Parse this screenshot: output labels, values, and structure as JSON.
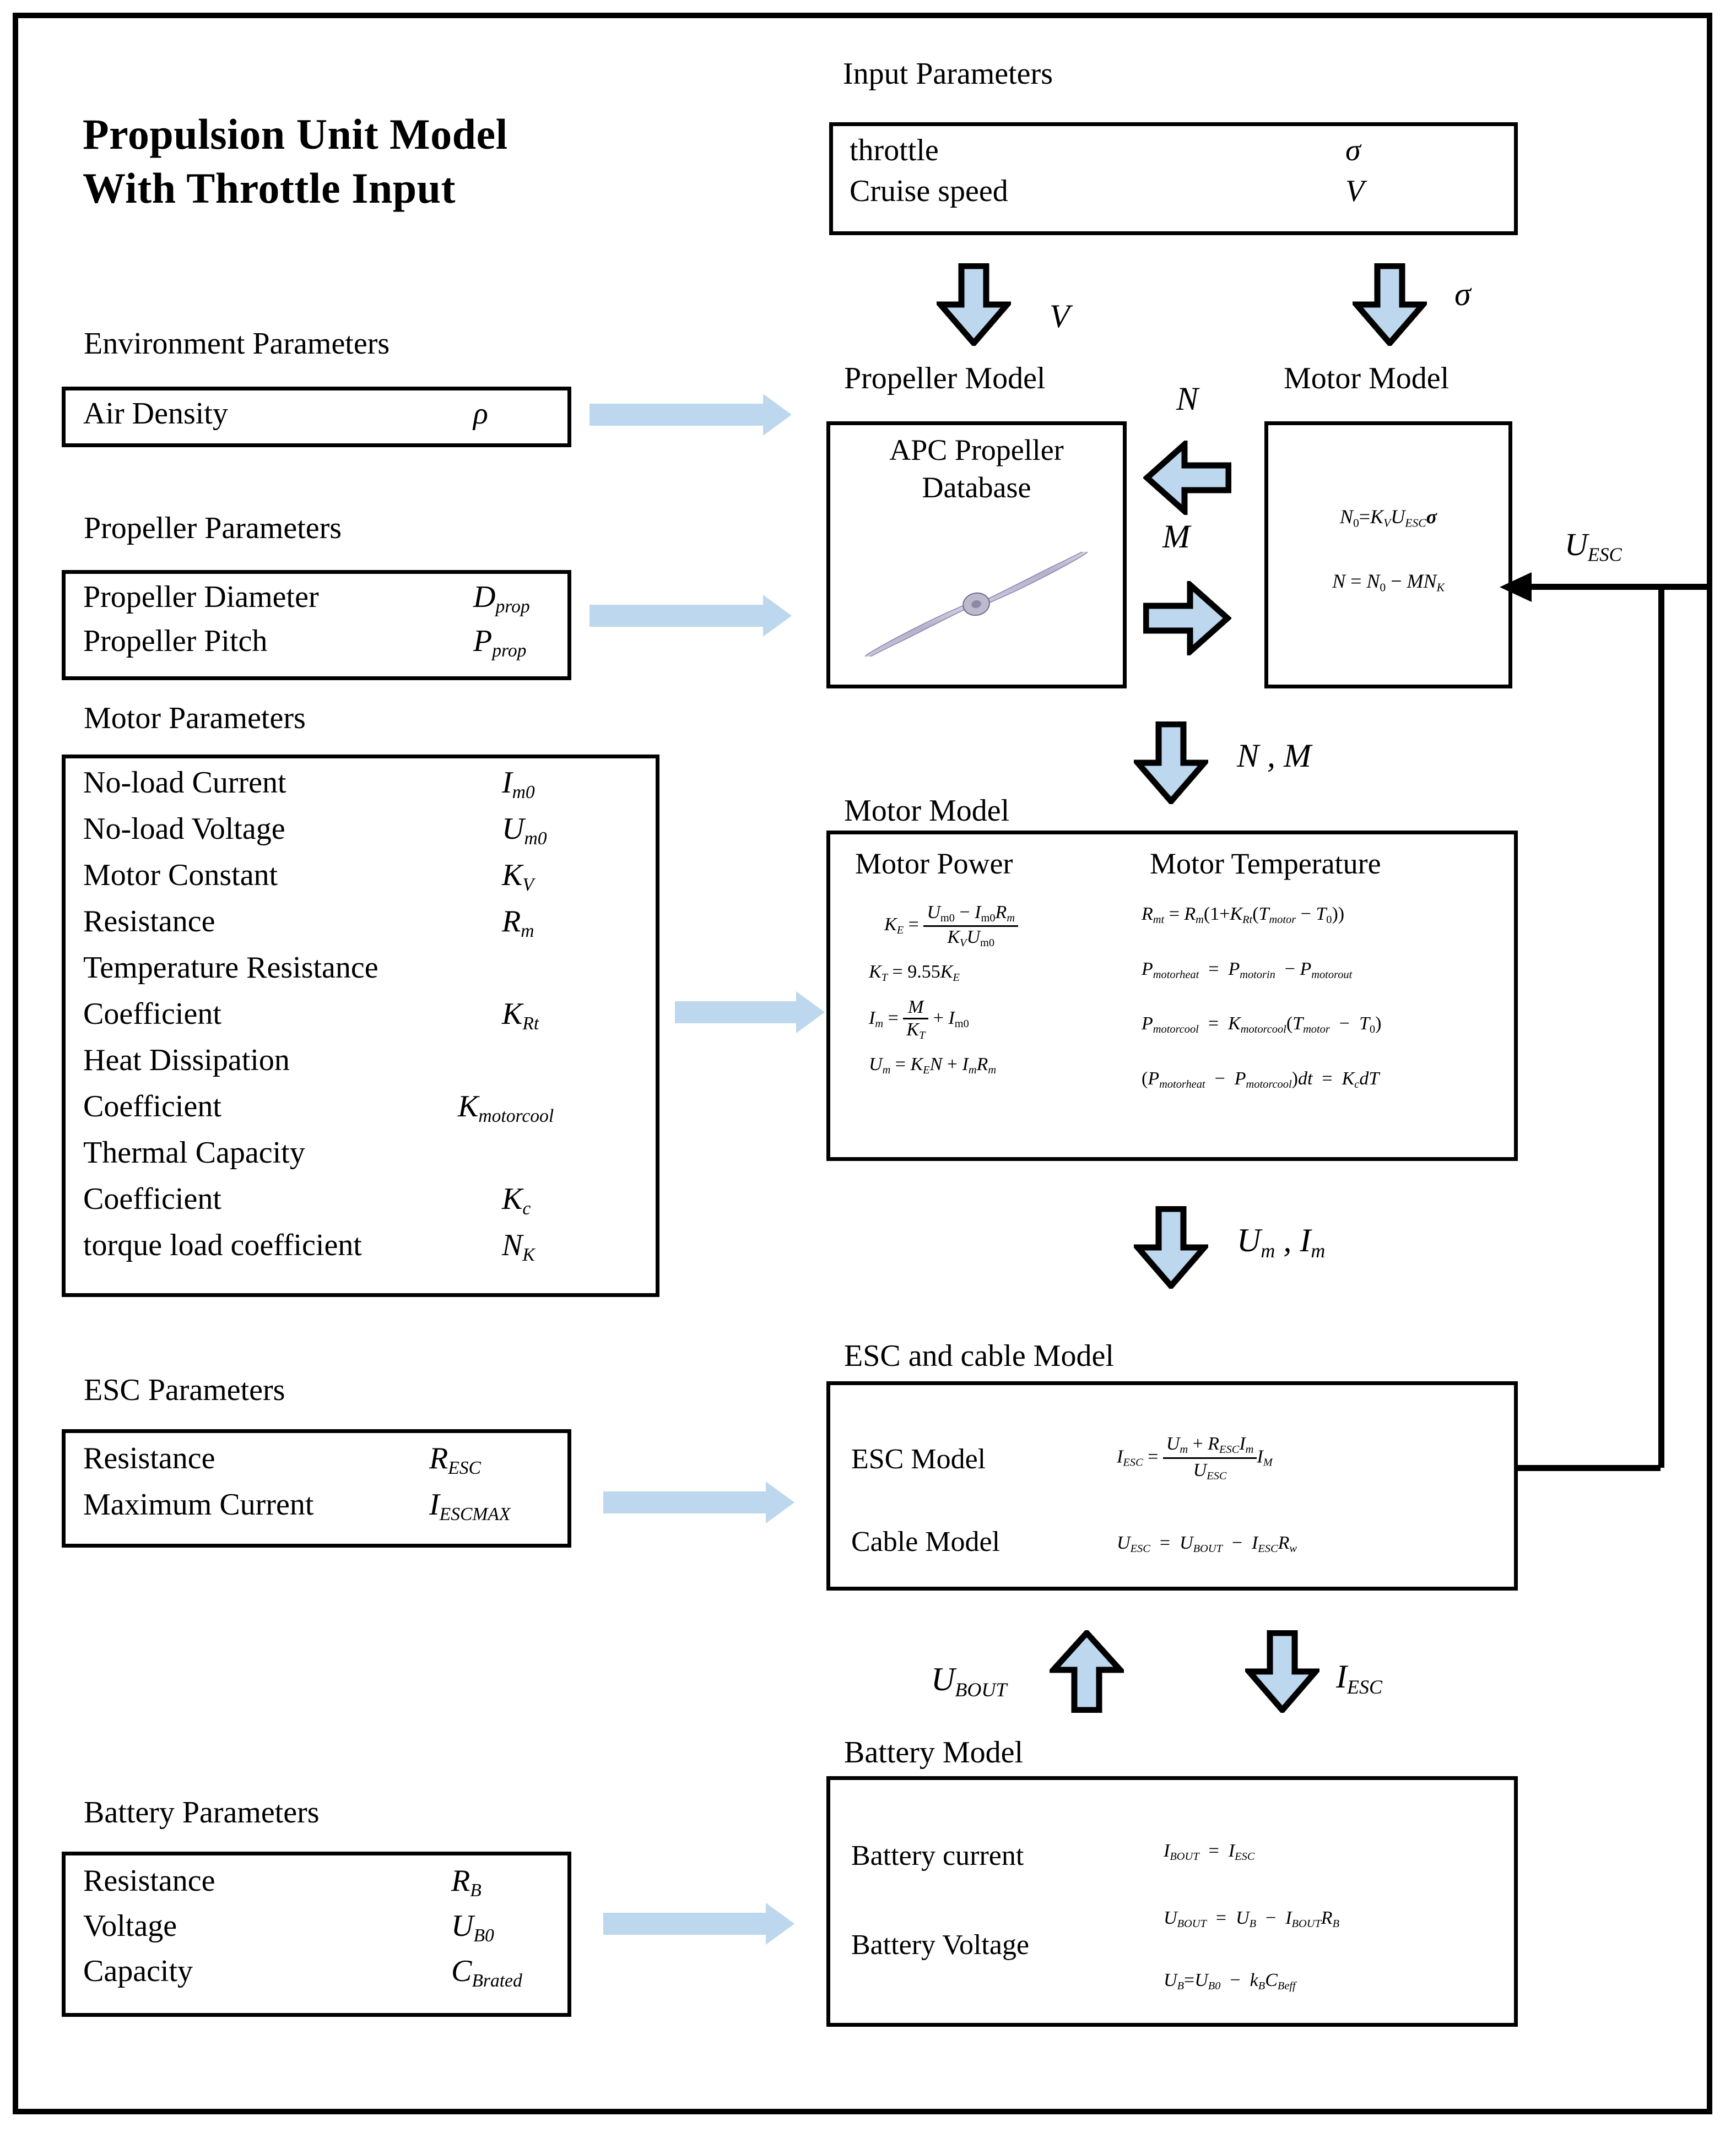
{
  "title": "Propulsion Unit Model\nWith Throttle  Input",
  "left_panels": [
    {
      "caption": "Environment Parameters",
      "rows": [
        {
          "label": "Air Density",
          "symbol": "ρ"
        }
      ]
    },
    {
      "caption": "Propeller Parameters",
      "rows": [
        {
          "label": "Propeller Diameter",
          "symbol": "D",
          "sub": "prop"
        },
        {
          "label": "Propeller Pitch",
          "symbol": "P",
          "sub": "prop"
        }
      ]
    },
    {
      "caption": "Motor Parameters",
      "rows": [
        {
          "label": "No-load Current",
          "symbol": "I",
          "sub": "m0"
        },
        {
          "label": "No-load Voltage",
          "symbol": "U",
          "sub": "m0"
        },
        {
          "label": "Motor Constant",
          "symbol": "K",
          "sub": "V"
        },
        {
          "label": "Resistance",
          "symbol": "R",
          "sub": "m"
        },
        {
          "label": "Temperature Resistance",
          "symbol": "",
          "sub": ""
        },
        {
          "label": " Coefficient",
          "symbol": "K",
          "sub": "Rt"
        },
        {
          "label": "Heat Dissipation",
          "symbol": "",
          "sub": ""
        },
        {
          "label": " Coefficient",
          "symbol": "K",
          "sub": "motorcool"
        },
        {
          "label": "Thermal Capacity",
          "symbol": "",
          "sub": ""
        },
        {
          "label": " Coefficient",
          "symbol": "K",
          "sub": "c"
        },
        {
          "label": "torque load coefficient",
          "symbol": "N",
          "sub": "K"
        }
      ]
    },
    {
      "caption": "ESC Parameters",
      "rows": [
        {
          "label": "Resistance",
          "symbol": "R",
          "sub": "ESC"
        },
        {
          "label": "Maximum Current",
          "symbol": "I",
          "sub": "ESCMAX"
        }
      ]
    },
    {
      "caption": "Battery Parameters",
      "rows": [
        {
          "label": "Resistance",
          "symbol": "R",
          "sub": "B"
        },
        {
          "label": "Voltage",
          "symbol": "U",
          "sub": "B0"
        },
        {
          "label": "Capacity",
          "symbol": "C",
          "sub": "Brated"
        }
      ]
    }
  ],
  "input_panel": {
    "caption": "Input Parameters",
    "rows": [
      {
        "label": "throttle",
        "symbol": "σ"
      },
      {
        "label": "Cruise speed",
        "symbol": "V"
      }
    ]
  },
  "propeller_model": {
    "caption": "Propeller Model",
    "line1": "APC Propeller",
    "line2": "Database"
  },
  "motor_model_top": {
    "caption": "Motor Model",
    "eq1": "N₀ = K_V U_ESC σ",
    "eq2": "N = N₀ − M N_K"
  },
  "motor_model_mid": {
    "caption": "Motor Model",
    "col1_header": "Motor Power",
    "col2_header": "Motor Temperature",
    "power_equations": [
      "K_E = (U_m0 − I_m0 R_m) / (K_V U_m0)",
      "K_T = 9.55 K_E",
      "I_m = M / K_T + I_m0",
      "U_m = K_E N + I_m R_m"
    ],
    "temperature_equations": [
      "R_mt = R_m (1 + K_Rt (T_motor − T_0))",
      "P_motorheat = P_motorin − P_motorout",
      "P_motorcool = K_motorcool (T_motor − T_0)",
      "(P_motorheat − P_motorcool) dt = K_c dT"
    ]
  },
  "esc_model": {
    "caption": "ESC and cable Model",
    "row1_label": "ESC Model",
    "row1_eq": "I_ESC = (U_m + R_ESC I_m) / U_ESC · I_M",
    "row2_label": "Cable Model",
    "row2_eq": "U_ESC = U_BOUT − I_ESC R_w"
  },
  "battery_model": {
    "caption": "Battery Model",
    "row1_label": "Battery current",
    "row1_eq": "I_BOUT = I_ESC",
    "row2_label": "Battery Voltage",
    "row2_eq_a": "U_BOUT = U_B − I_BOUT R_B",
    "row2_eq_b": "U_B = U_B0 − k_B C_Beff"
  },
  "flow_labels": {
    "v": "V",
    "sigma": "σ",
    "n": "N",
    "m": "M",
    "nm": "N , M",
    "um_im": "U_m , I_m",
    "ubout": "U_BOUT",
    "iesc": "I_ESC",
    "uesc_feedback": "U_ESC"
  },
  "colors": {
    "arrow_fill": "#bdd7ee",
    "outline": "#000000",
    "propeller_body": "#b9b6d4",
    "background": "#ffffff"
  }
}
